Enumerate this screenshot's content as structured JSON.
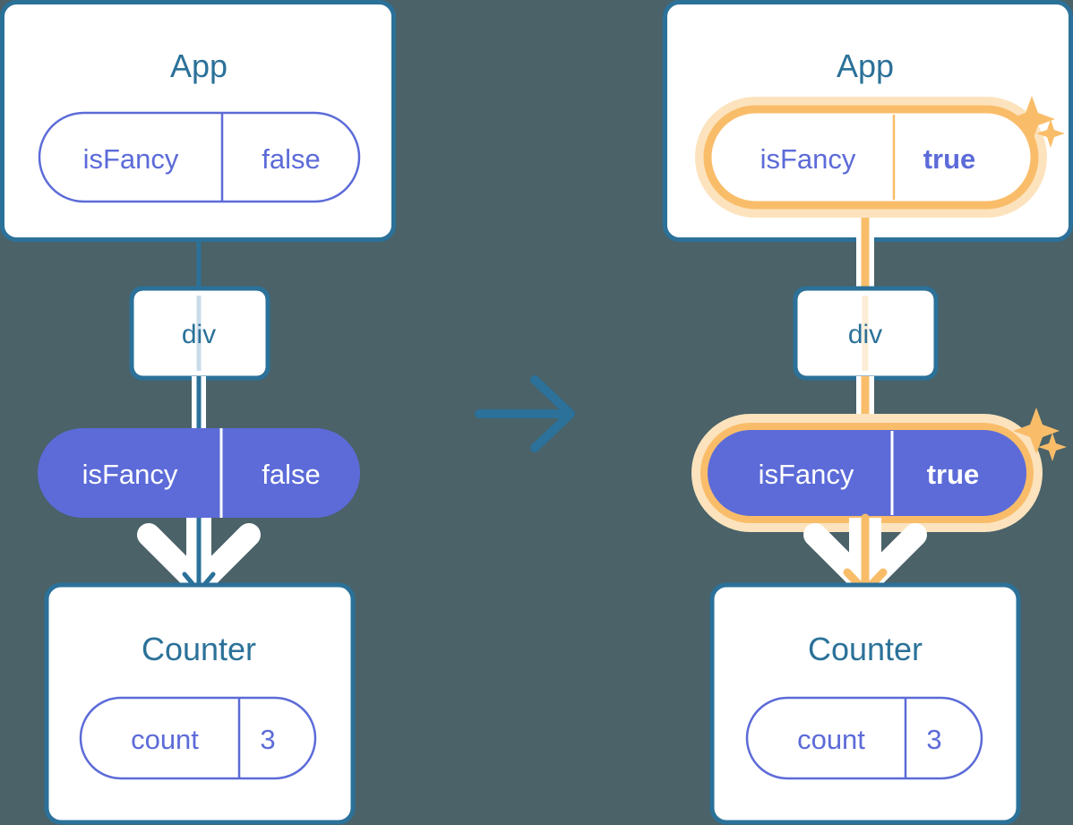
{
  "meta": {
    "background_color": "#4a6268",
    "title": "State propagation from App to Counter when isFancy changes"
  },
  "palette": {
    "box_border": "#2b7199",
    "box_fill": "#ffffff",
    "text_teal": "#2b7199",
    "purple": "#5c6bd8",
    "purple_text": "#5c6bd8",
    "white": "#ffffff",
    "orange": "#f9bd6a",
    "orange_glow": "#fce3bd",
    "pale_blue_line": "#c9dcea",
    "pale_orange_line": "#fcedd7"
  },
  "panels": [
    {
      "id": "before",
      "name": "before-panel",
      "highlight": false,
      "app_box": {
        "label": "App",
        "state_pill": {
          "key": "isFancy",
          "value": "false",
          "style": "outline",
          "highlighted": false,
          "value_bold": false
        }
      },
      "div_box": {
        "label": "div"
      },
      "props_pill": {
        "key": "isFancy",
        "value": "false",
        "style": "filled",
        "highlighted": false,
        "value_bold": false
      },
      "counter_box": {
        "label": "Counter",
        "state_pill": {
          "key": "count",
          "value": "3",
          "style": "outline",
          "highlighted": false,
          "value_bold": false
        }
      },
      "sparkles": []
    },
    {
      "id": "after",
      "name": "after-panel",
      "highlight": true,
      "app_box": {
        "label": "App",
        "state_pill": {
          "key": "isFancy",
          "value": "true",
          "style": "outline",
          "highlighted": true,
          "value_bold": true
        }
      },
      "div_box": {
        "label": "div"
      },
      "props_pill": {
        "key": "isFancy",
        "value": "true",
        "style": "filled",
        "highlighted": true,
        "value_bold": true
      },
      "counter_box": {
        "label": "Counter",
        "state_pill": {
          "key": "count",
          "value": "3",
          "style": "outline",
          "highlighted": false,
          "value_bold": false
        }
      },
      "sparkles": [
        {
          "name": "sparkle-app-large",
          "size": "large"
        },
        {
          "name": "sparkle-app-small",
          "size": "small"
        },
        {
          "name": "sparkle-props-large",
          "size": "large"
        },
        {
          "name": "sparkle-props-small",
          "size": "small"
        }
      ]
    }
  ],
  "transition_arrow": {
    "name": "transition-arrow",
    "direction": "right",
    "color": "#2b7199"
  }
}
